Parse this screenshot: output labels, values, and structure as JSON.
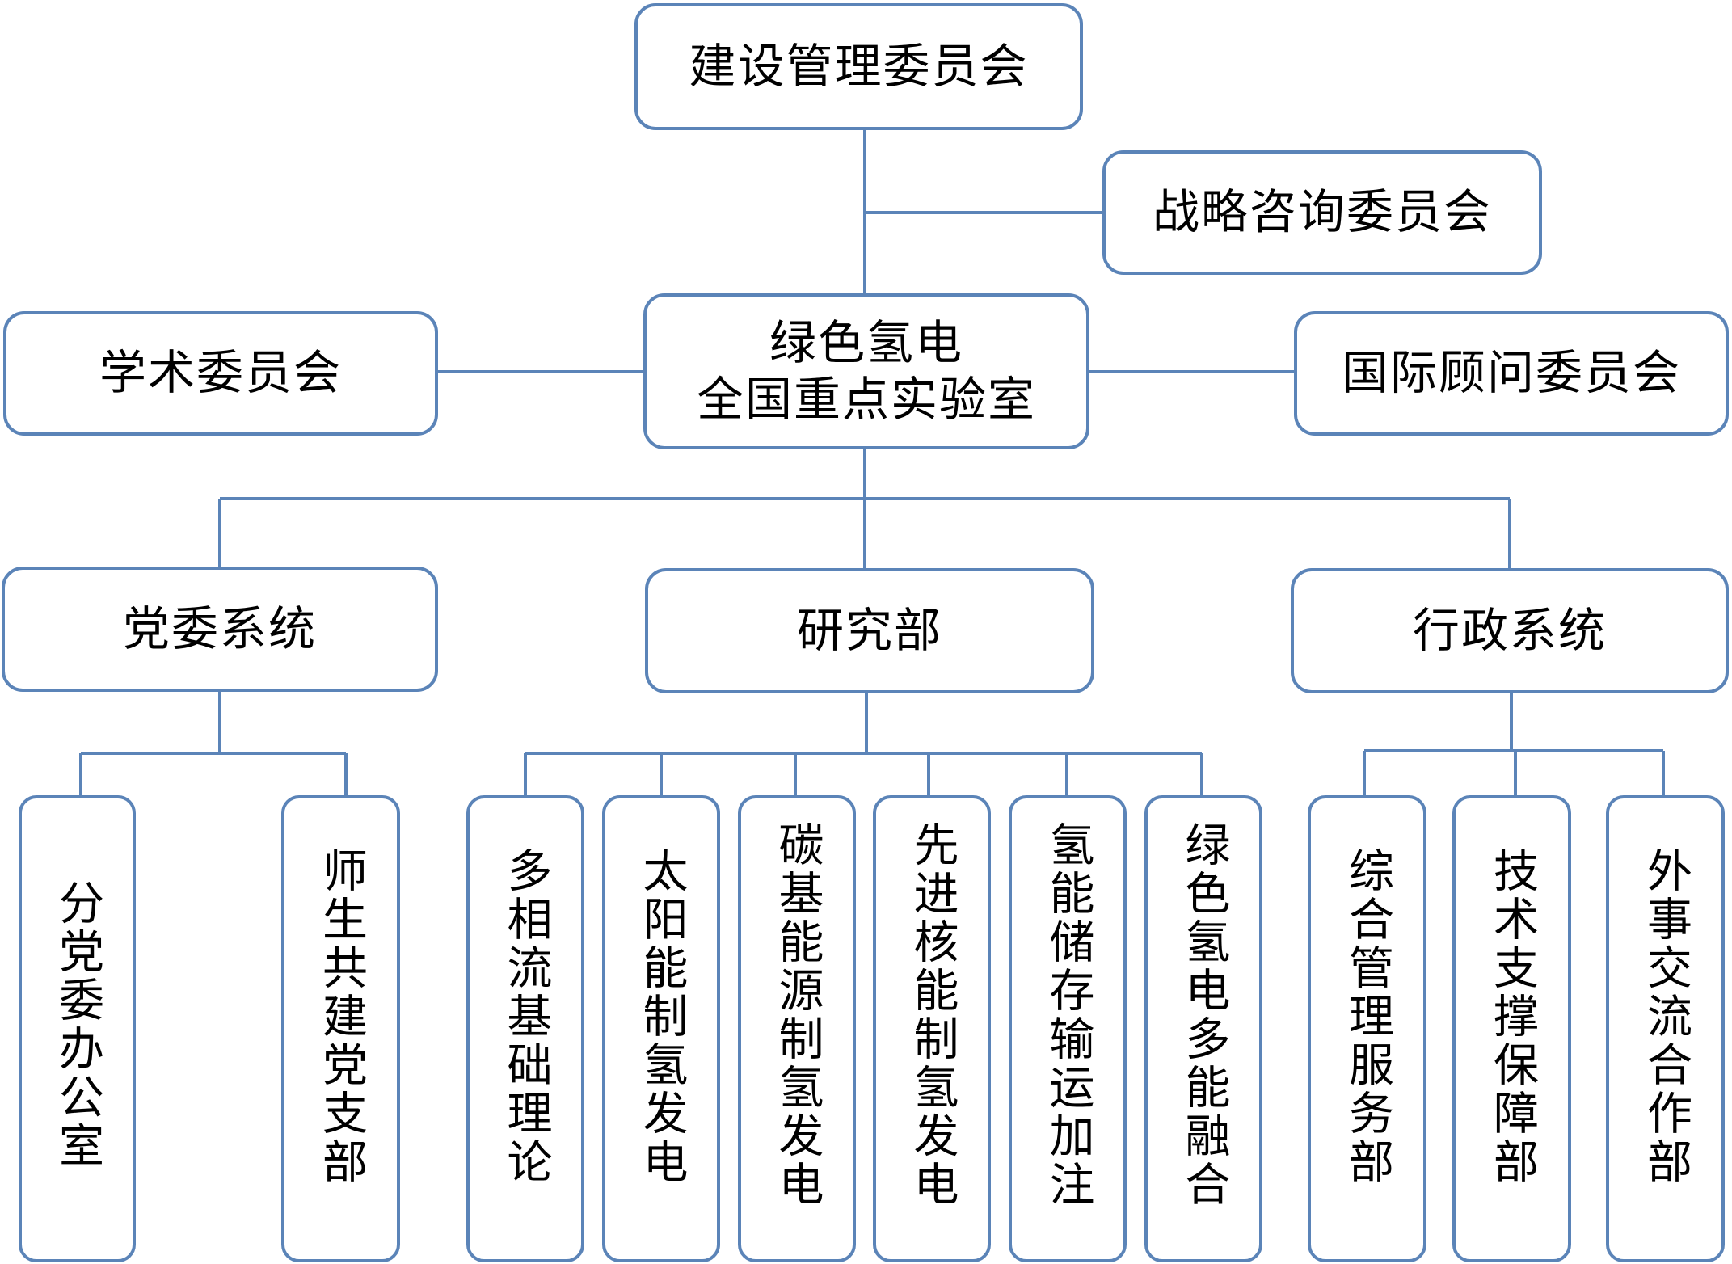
{
  "top": {
    "construction_committee": "建设管理委员会",
    "strategic_committee": "战略咨询委员会"
  },
  "center": {
    "line1": "绿色氢电",
    "line2": "全国重点实验室"
  },
  "side": {
    "academic_committee": "学术委员会",
    "international_committee": "国际顾问委员会"
  },
  "systems": {
    "party": "党委系统",
    "research": "研究部",
    "admin": "行政系统"
  },
  "party_units": [
    "分党委办公室",
    "师生共建党支部"
  ],
  "research_units": [
    "多相流基础理论",
    "太阳能制氢发电",
    "碳基能源制氢发电",
    "先进核能制氢发电",
    "氢能储存输运加注",
    "绿色氢电多能融合"
  ],
  "admin_units": [
    "综合管理服务部",
    "技术支撑保障部",
    "外事交流合作部"
  ]
}
